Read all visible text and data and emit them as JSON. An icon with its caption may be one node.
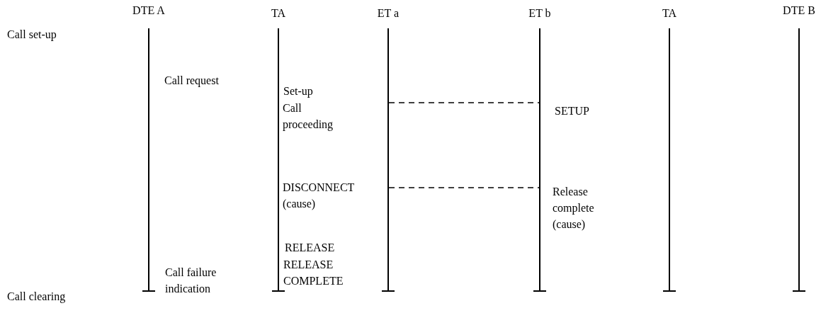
{
  "diagram": {
    "nodes": [
      {
        "text": [
          "DTE A"
        ]
      },
      {
        "text": [
          "TA"
        ]
      },
      {
        "text": [
          "ET a"
        ]
      },
      {
        "text": [
          "ET b"
        ]
      },
      {
        "text": [
          "TA"
        ]
      },
      {
        "text": [
          "DTE B"
        ]
      }
    ],
    "edges": [
      {
        "from": 2,
        "to": 3,
        "arrow": "none",
        "style": "dashed"
      },
      {
        "from": 2,
        "to": 3,
        "arrow": "none",
        "style": "dashed"
      }
    ],
    "labels": [
      "Call set-up",
      "Call request",
      "Set-up",
      "Call proceeding",
      "SETUP",
      "DISCONNECT (cause)",
      "Release complete (cause)",
      "RELEASE",
      "RELEASE COMPLETE",
      "Call failure indication",
      "Call clearing"
    ]
  }
}
